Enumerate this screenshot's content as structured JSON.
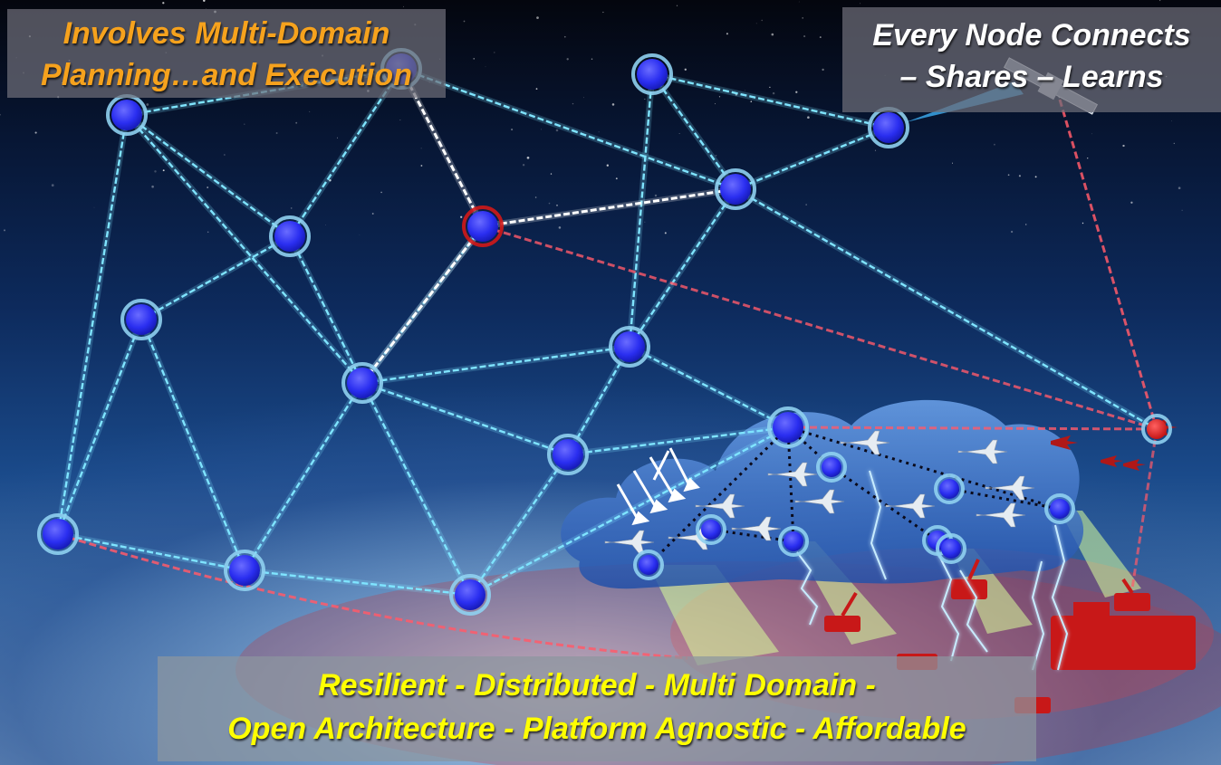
{
  "captions": {
    "top_left": [
      "Involves Multi-Domain",
      "Planning…and Execution"
    ],
    "top_right": [
      "Every Node Connects",
      "– Shares – Learns"
    ],
    "bottom": [
      "Resilient - Distributed - Multi Domain -",
      "Open Architecture - Platform Agnostic - Affordable"
    ]
  },
  "colors": {
    "caption_orange": "#f6a21d",
    "caption_white": "#ffffff",
    "caption_yellow": "#ffff00",
    "node_fill": "#2a2ef0",
    "node_ring": "#8fd0f0",
    "link_cyan": "#7fe4ff",
    "link_white": "#ffffff",
    "link_red": "#ff5a6a",
    "threat_red": "#e02020"
  },
  "icons": [
    "satellite-icon",
    "aircraft-icon",
    "enemy-aircraft-icon",
    "ground-vehicle-icon",
    "lightning-icon",
    "cloud-icon",
    "radar-cone-icon"
  ]
}
